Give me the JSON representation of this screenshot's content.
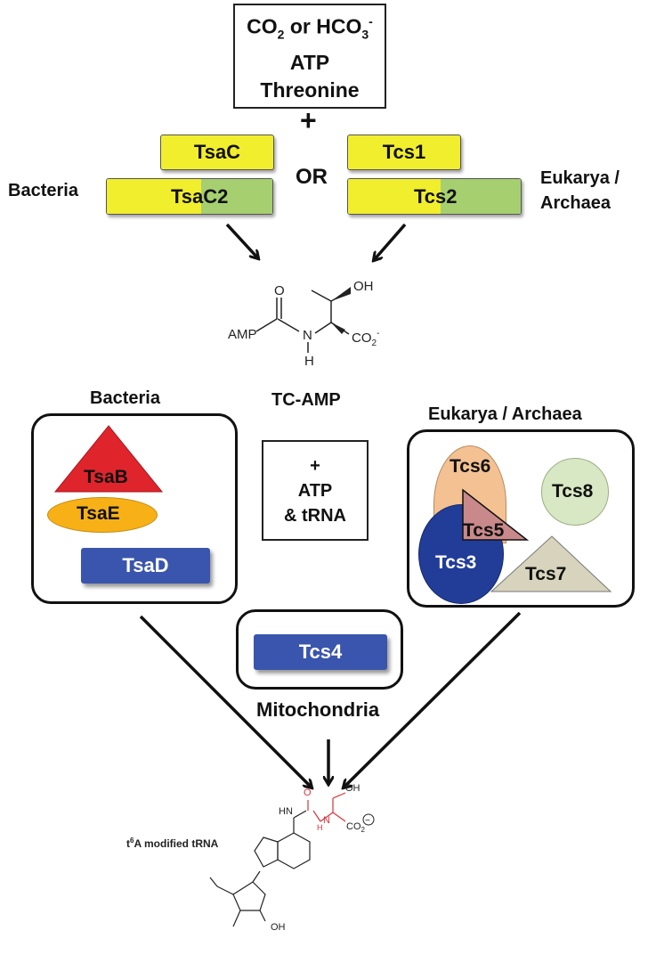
{
  "substrates": {
    "co2_prefix": "CO",
    "co2_sub": "2",
    "or_word": " or HCO",
    "hco3_sub": "3",
    "hco3_sup": "-",
    "atp": "ATP",
    "threonine": "Threonine"
  },
  "plus_sign": "+",
  "or_label": "OR",
  "bacteria_label_top": "Bacteria",
  "eukarya_label_top_line1": "Eukarya /",
  "eukarya_label_top_line2": "Archaea",
  "proteins": {
    "tsac": "TsaC",
    "tsac2_part1": "Tsa",
    "tsac2_part2": "C2",
    "tcs1": "Tcs1",
    "tcs2_part1": "Tcs",
    "tcs2_part2": "2"
  },
  "tc_amp_structure": {
    "amp": "AMP",
    "o": "O",
    "oh": "OH",
    "n": "N",
    "h": "H",
    "co2": "CO",
    "co2_sub": "2",
    "co2_sup": "-"
  },
  "tc_amp_label": "TC-AMP",
  "bacteria_group": {
    "label": "Bacteria",
    "tsab": "TsaB",
    "tsae": "TsaE",
    "tsad": "TsaD"
  },
  "center_box": {
    "plus": "+",
    "atp": "ATP",
    "trna": "& tRNA"
  },
  "eukarya_group": {
    "label": "Eukarya / Archaea",
    "tcs6": "Tcs6",
    "tcs8": "Tcs8",
    "tcs5": "Tcs5",
    "tcs3": "Tcs3",
    "tcs7": "Tcs7"
  },
  "mitochondria_group": {
    "tcs4": "Tcs4",
    "label": "Mitochondria"
  },
  "t6a": {
    "label_t": "t",
    "label_sup": "6",
    "label_rest": "A modified tRNA",
    "hn": "HN",
    "o": "O",
    "oh": "OH",
    "h_small": "H",
    "n": "N",
    "co2": "CO",
    "co2_sub": "2",
    "minus": "−",
    "oh_sugar": "OH"
  },
  "colors": {
    "yellow": "#f1ee2d",
    "green": "#a6cf6f",
    "red_triangle": "#e0242c",
    "orange_ellipse": "#f7b117",
    "blue": "#3a55ad",
    "peach": "#f4c192",
    "light_green": "#d8e7c4",
    "rose": "#c9898a",
    "beige": "#d7d3bc",
    "red_structure": "#d9333a"
  }
}
